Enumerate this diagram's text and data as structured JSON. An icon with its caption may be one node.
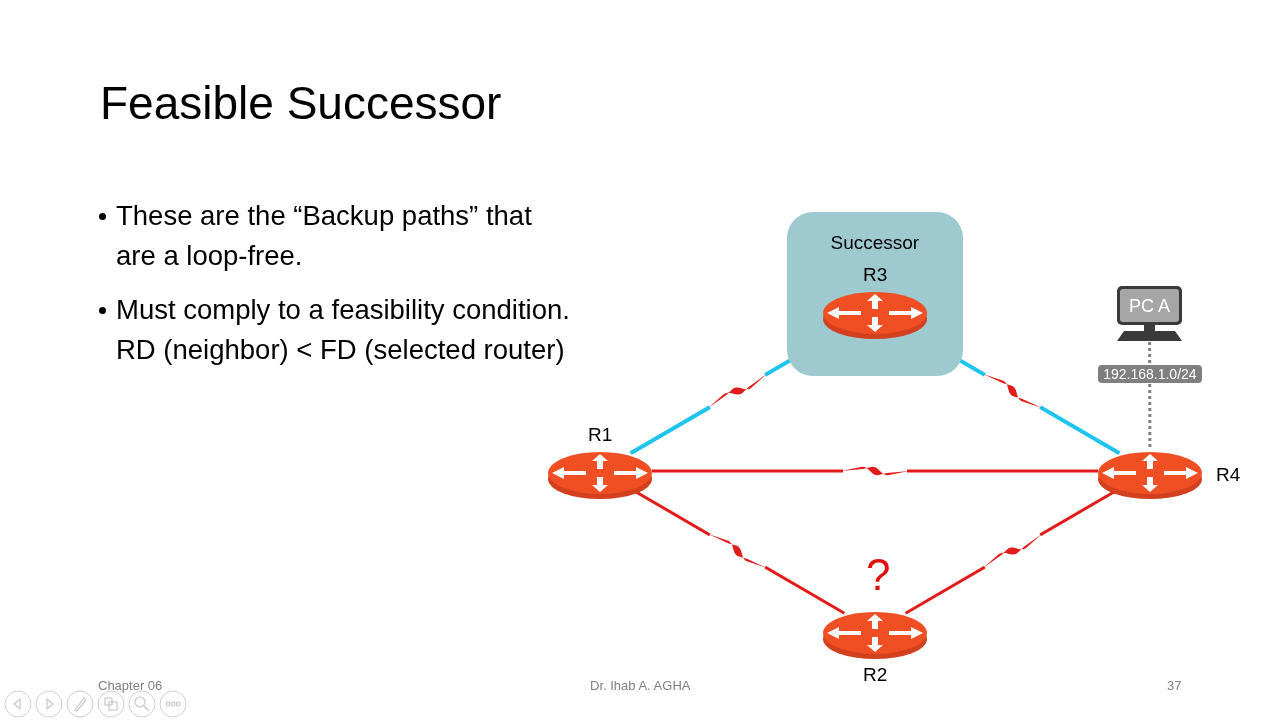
{
  "diagram": {
    "title": "Feasible Successor",
    "nodes": [
      {
        "text": [
          "Successor"
        ]
      },
      {
        "text": [
          "R3"
        ],
        "in": 0
      },
      {
        "text": [
          "R1"
        ]
      },
      {
        "text": [
          "R4"
        ]
      },
      {
        "text": [
          "R2"
        ],
        "beside": [
          "?"
        ]
      },
      {
        "text": [
          "PC A"
        ]
      }
    ],
    "edges": [
      {
        "from": 2,
        "to": 1,
        "arrow": "none",
        "color": "#1ec4ee"
      },
      {
        "from": 1,
        "to": 3,
        "arrow": "none",
        "color": "#1ec4ee"
      },
      {
        "from": 2,
        "to": 3,
        "arrow": "none"
      },
      {
        "from": 2,
        "to": 4,
        "arrow": "none"
      },
      {
        "from": 4,
        "to": 3,
        "arrow": "none"
      },
      {
        "from": 5,
        "to": 3,
        "arrow": "none",
        "style": "dashed",
        "color": "#808080",
        "label": "192.168.1.0/24"
      }
    ],
    "labels": [
      "These are the “Backup paths” that are a loop-free.",
      "Must comply to a feasibility condition. RD (neighbor) < FD (selected router)",
      "Chapter 06",
      "Dr. Ihab A. AGHA",
      "37"
    ]
  }
}
